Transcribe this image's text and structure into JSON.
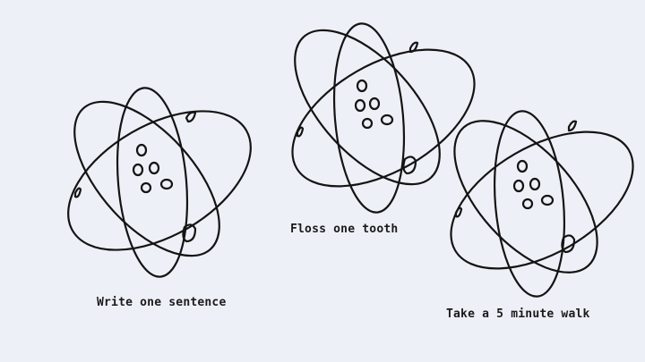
{
  "habits": [
    {
      "caption": "Write one sentence"
    },
    {
      "caption": "Floss one tooth"
    },
    {
      "caption": "Take a 5 minute walk"
    }
  ],
  "colors": {
    "background": "#eef0f7",
    "ink": "#141414"
  },
  "icon": "atom-sketch-icon"
}
